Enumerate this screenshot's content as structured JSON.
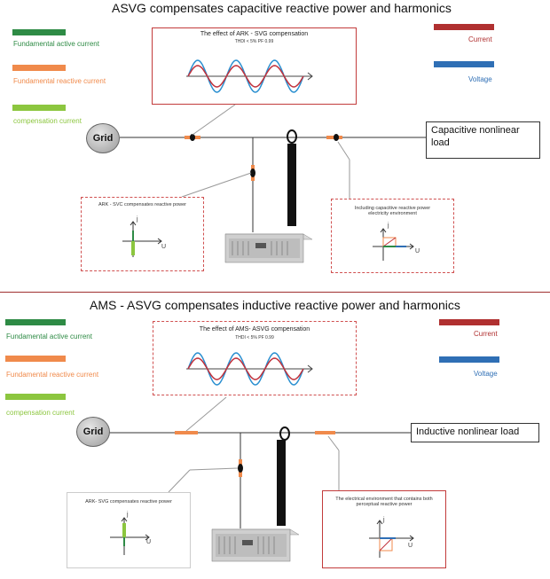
{
  "panel1": {
    "title": "ASVG compensates capacitive reactive power and harmonics",
    "legend": [
      {
        "label": "Fundamental active current",
        "color": "#2e8b45"
      },
      {
        "label": "Fundamental reactive current",
        "color": "#f08a4b"
      },
      {
        "label": "compensation current",
        "color": "#8cc63f"
      }
    ],
    "legend_right": [
      {
        "label": "Current",
        "color": "#b03030"
      },
      {
        "label": "Voltage",
        "color": "#2f6fb5"
      }
    ],
    "wave_box": {
      "title": "The effect of ARK - SVG compensation",
      "subtitle": "THDI < 5%    PF 0.99"
    },
    "grid_label": "Grid",
    "load_label": "Capacitive nonlinear load",
    "left_box": {
      "title": "ARK - SVC compensates reactive power",
      "axis_j": "j",
      "axis_u": "U"
    },
    "right_box": {
      "title": "Including capacitive reactive power electricity environment",
      "axis_j": "j",
      "axis_u": "U"
    }
  },
  "panel2": {
    "title": "AMS - ASVG compensates inductive reactive power and harmonics",
    "legend": [
      {
        "label": "Fundamental active current",
        "color": "#2e8b45"
      },
      {
        "label": "Fundamental reactive current",
        "color": "#f08a4b"
      },
      {
        "label": "compensation current",
        "color": "#8cc63f"
      }
    ],
    "legend_right": [
      {
        "label": "Current",
        "color": "#b03030"
      },
      {
        "label": "Voltage",
        "color": "#2f6fb5"
      }
    ],
    "wave_box": {
      "title": "The effect of AMS- ASVG compensation",
      "subtitle": "THDI < 5%    PF 0.99"
    },
    "grid_label": "Grid",
    "load_label": "Inductive nonlinear load",
    "left_box": {
      "title": "ARK- SVG compensates reactive power",
      "axis_j": "j",
      "axis_u": "U"
    },
    "right_box": {
      "title": "The electrical environment that contains both perceptual reactive power",
      "axis_j": "j",
      "axis_u": "U"
    }
  },
  "colors": {
    "current_wave": "#c0303a",
    "voltage_wave": "#2a8fd0",
    "divider": "#a03030"
  }
}
